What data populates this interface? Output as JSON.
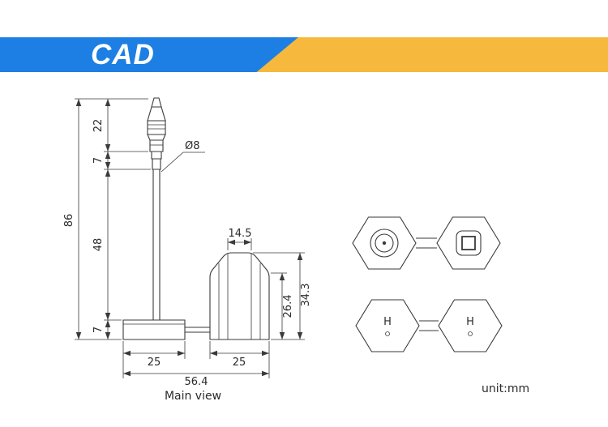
{
  "header": {
    "title": "CAD"
  },
  "colors": {
    "band": "#f7b83e",
    "accent": "#1d7fe3",
    "line": "#3a3a3a"
  },
  "drawing": {
    "dims": {
      "tip_height": "22",
      "upper_collar": "7",
      "shaft_length": "48",
      "flange_height": "7",
      "overall_height": "86",
      "pin_diameter": "Ø8",
      "lock_top_width": "14.5",
      "lock_body_height": "26.4",
      "lock_total_height": "34.3",
      "flange_width": "25",
      "lock_width": "25",
      "overall_width": "56.4"
    },
    "labels": {
      "main_view": "Main view",
      "unit": "unit:mm",
      "hex_marking": "H"
    }
  }
}
